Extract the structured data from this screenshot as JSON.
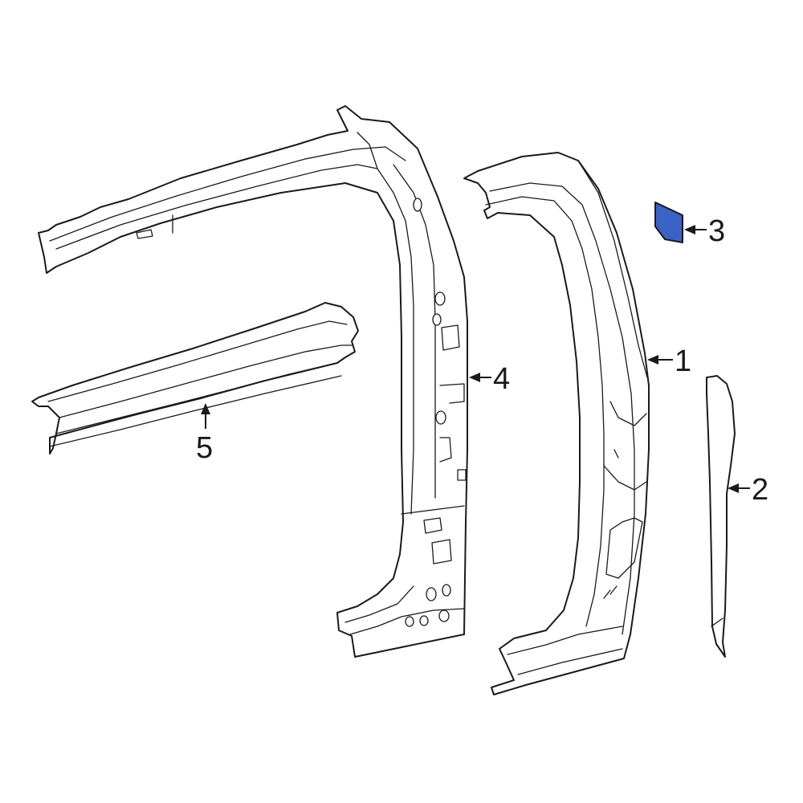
{
  "callouts": [
    {
      "id": "1",
      "label": "1"
    },
    {
      "id": "2",
      "label": "2"
    },
    {
      "id": "3",
      "label": "3"
    },
    {
      "id": "4",
      "label": "4"
    },
    {
      "id": "5",
      "label": "5"
    }
  ],
  "colors": {
    "highlight_part": "#3b62c7",
    "line": "#1a1a1a",
    "background": "#ffffff"
  }
}
